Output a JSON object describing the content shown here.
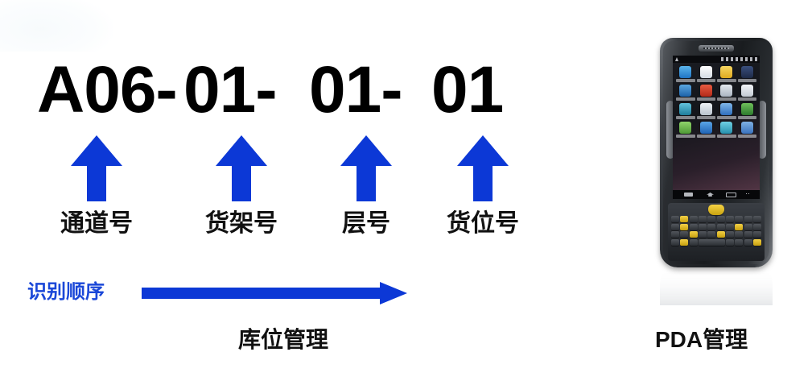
{
  "diagram": {
    "title_code": "A06- 01- 01- 01",
    "code_segments": [
      {
        "text": "A06- ",
        "meaning": "通道号"
      },
      {
        "text": "01- ",
        "meaning": "货架号"
      },
      {
        "text": "01- ",
        "meaning": "层号"
      },
      {
        "text": "01",
        "meaning": "货位号"
      }
    ],
    "part_labels": [
      {
        "label": "通道号"
      },
      {
        "label": "货架号"
      },
      {
        "label": "层号"
      },
      {
        "label": "货位号"
      }
    ],
    "order": {
      "label": "识别顺序",
      "arrow_direction": "left-to-right",
      "arrow_icon": "right-arrow-icon"
    },
    "captions": {
      "left": "库位管理",
      "right": "PDA管理"
    },
    "arrow_icon": "up-arrow-icon",
    "arrow_count": 4
  },
  "device": {
    "name": "industrial-pda-handheld",
    "screen": {
      "status_icons": "status-bar-icons",
      "app_rows": 4,
      "app_columns": 4,
      "app_colors": [
        "#2f8fd8",
        "#e8eef5",
        "#f0c64a",
        "#2b3d63",
        "#2f7fcb",
        "#d8402f",
        "#cfd6dc",
        "#e7ebef",
        "#3aa6c4",
        "#eef2f5",
        "#4f8fd2",
        "#3f8f3f",
        "#6bbf4a",
        "#2f7fd0",
        "#3fb0c8",
        "#5b9ad6"
      ],
      "nav_buttons": [
        "menu-icon",
        "home-icon",
        "recents-icon",
        "more-icon"
      ]
    },
    "keypad": {
      "scan_key": "scan-key-yellow",
      "layout": "qwerty"
    }
  },
  "colors": {
    "accent_blue": "#0c38d6",
    "label_blue": "#1a47d8",
    "text_black": "#111111",
    "background": "#ffffff"
  }
}
